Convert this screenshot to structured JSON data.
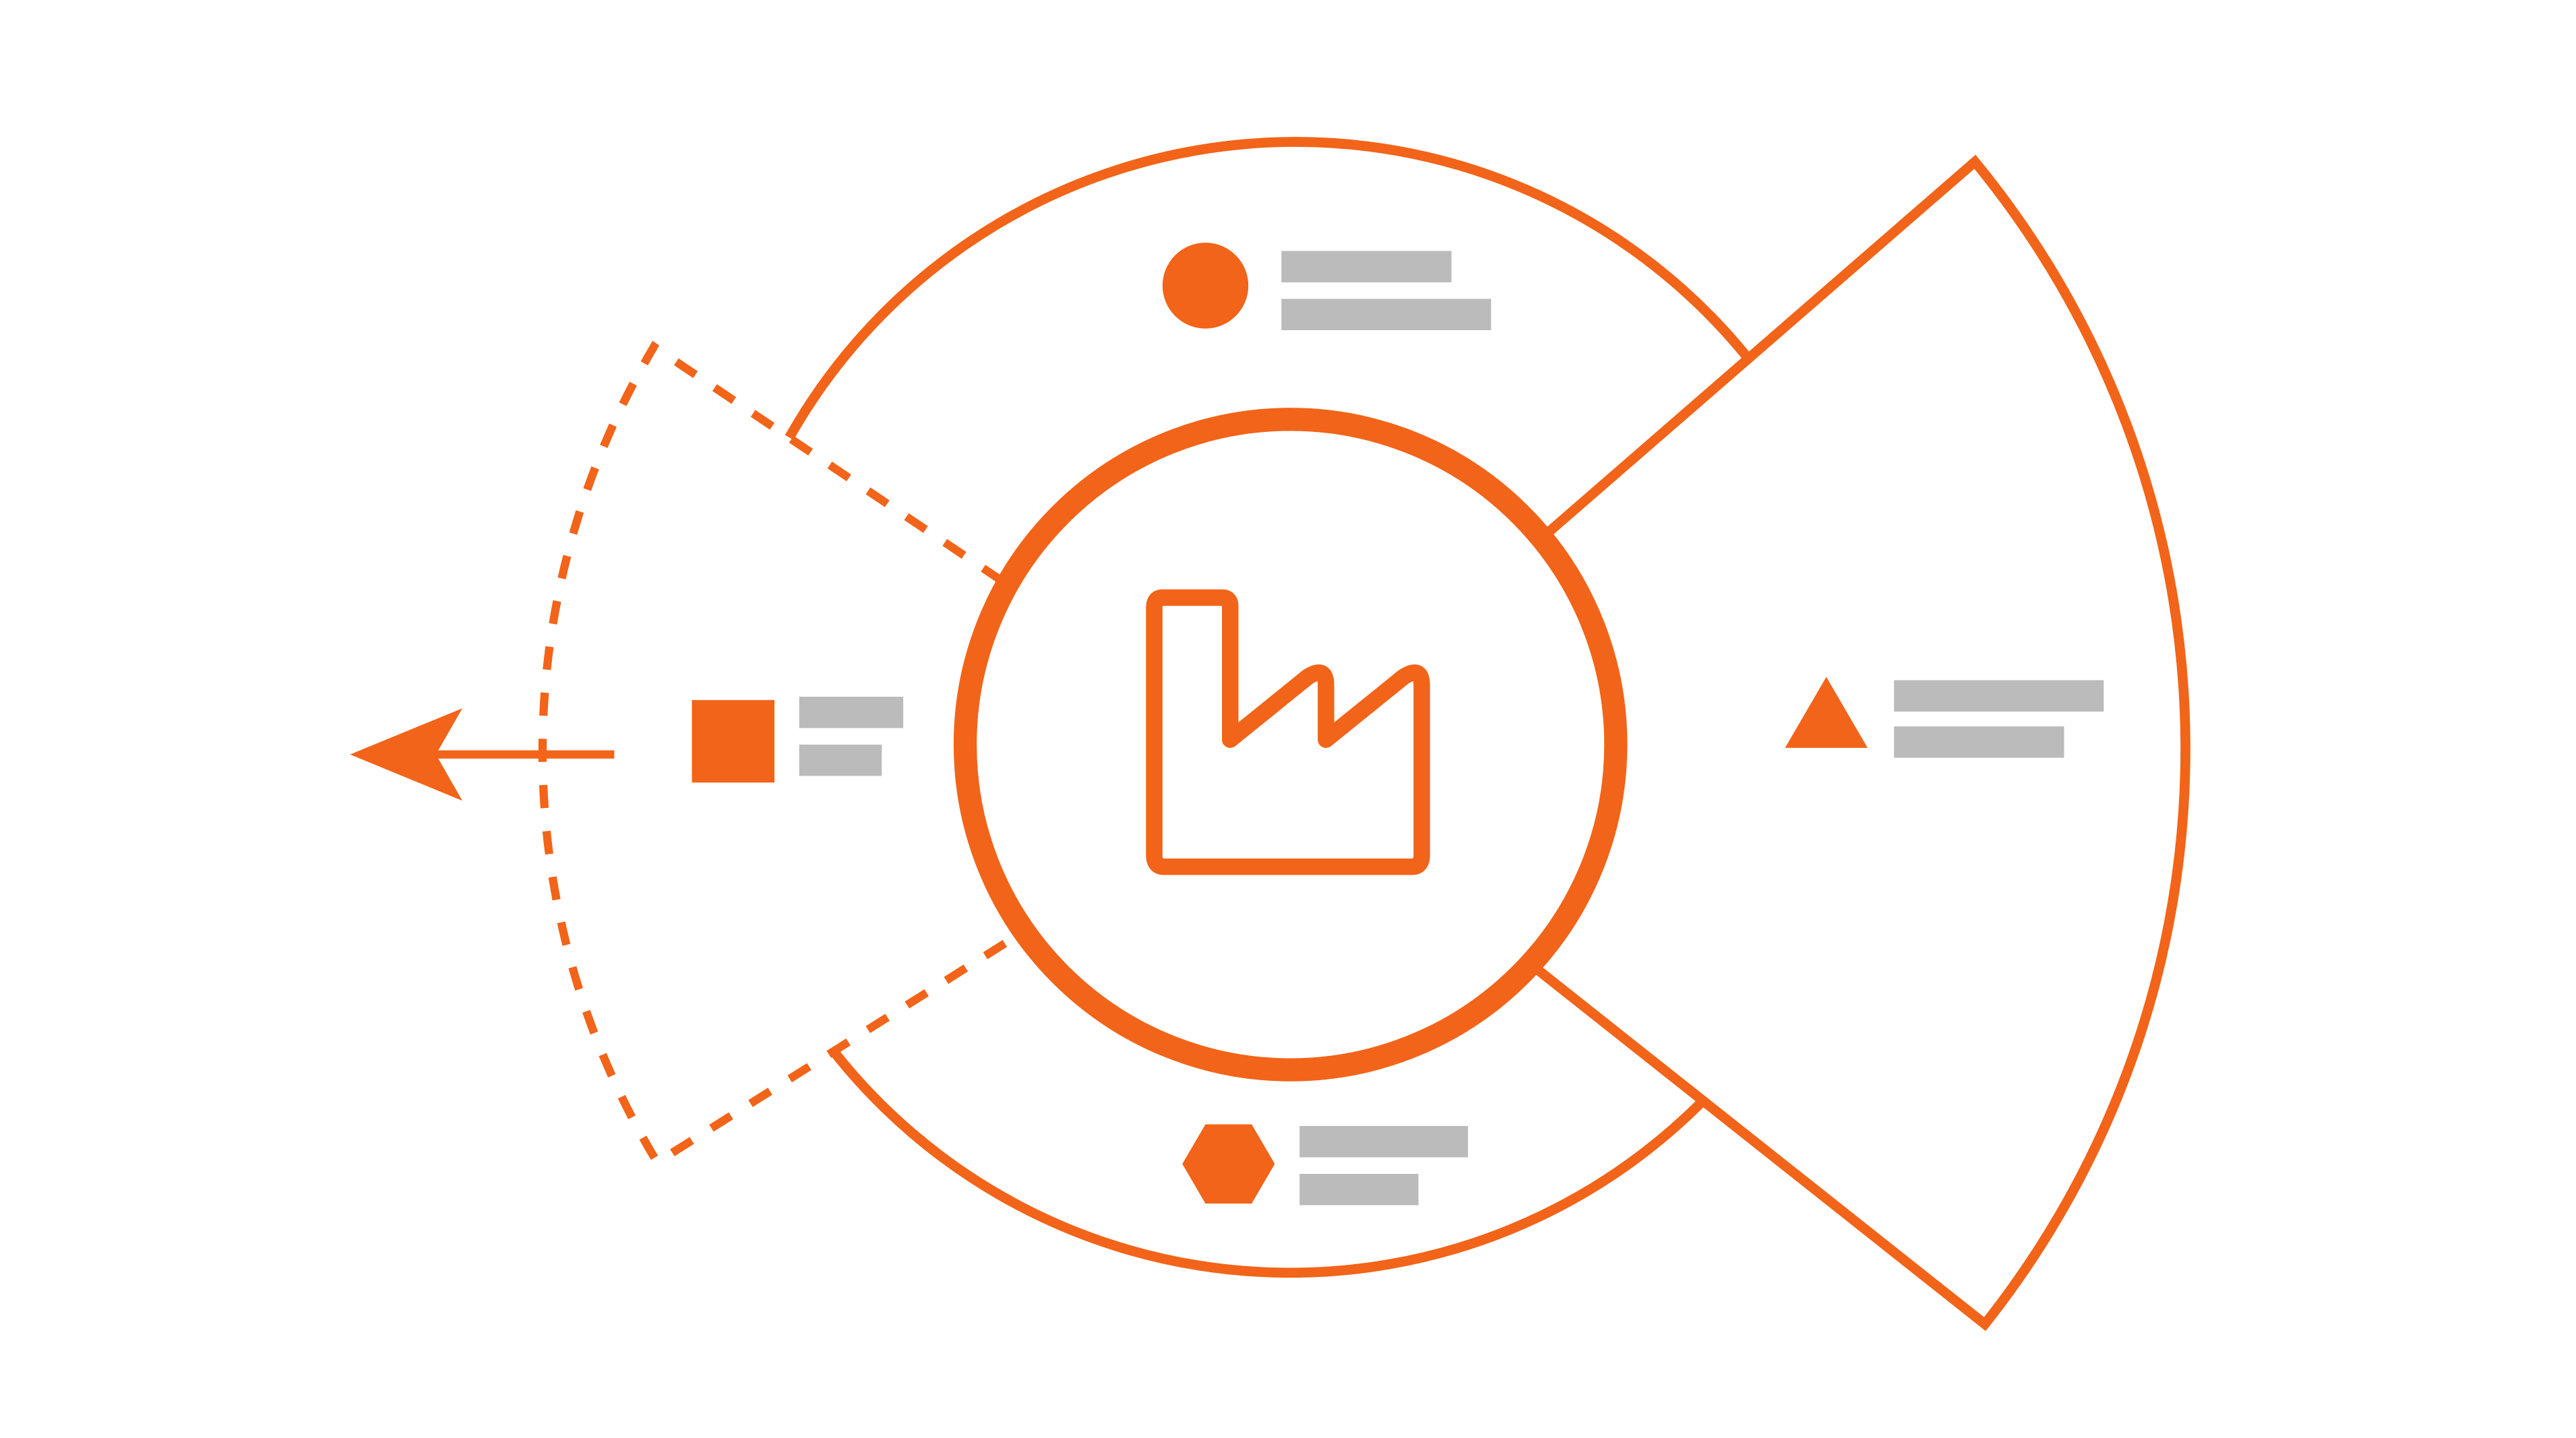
{
  "colors": {
    "accent": "#f26419",
    "placeholder_bar": "#bbbbbb",
    "background": "#ffffff"
  },
  "icons": {
    "center": "factory-icon",
    "top_segment": "circle-icon",
    "bottom_segment": "hexagon-icon",
    "left_segment": "square-icon",
    "right_segment": "triangle-icon",
    "exit": "arrow-left-icon"
  },
  "segments": [
    {
      "name": "top",
      "marker": "circle-icon",
      "text_lines": 2
    },
    {
      "name": "bottom",
      "marker": "hexagon-icon",
      "text_lines": 2
    },
    {
      "name": "left",
      "marker": "square-icon",
      "text_lines": 2,
      "outline": "dashed"
    },
    {
      "name": "right",
      "marker": "triangle-icon",
      "text_lines": 2,
      "shape": "wedge"
    }
  ]
}
